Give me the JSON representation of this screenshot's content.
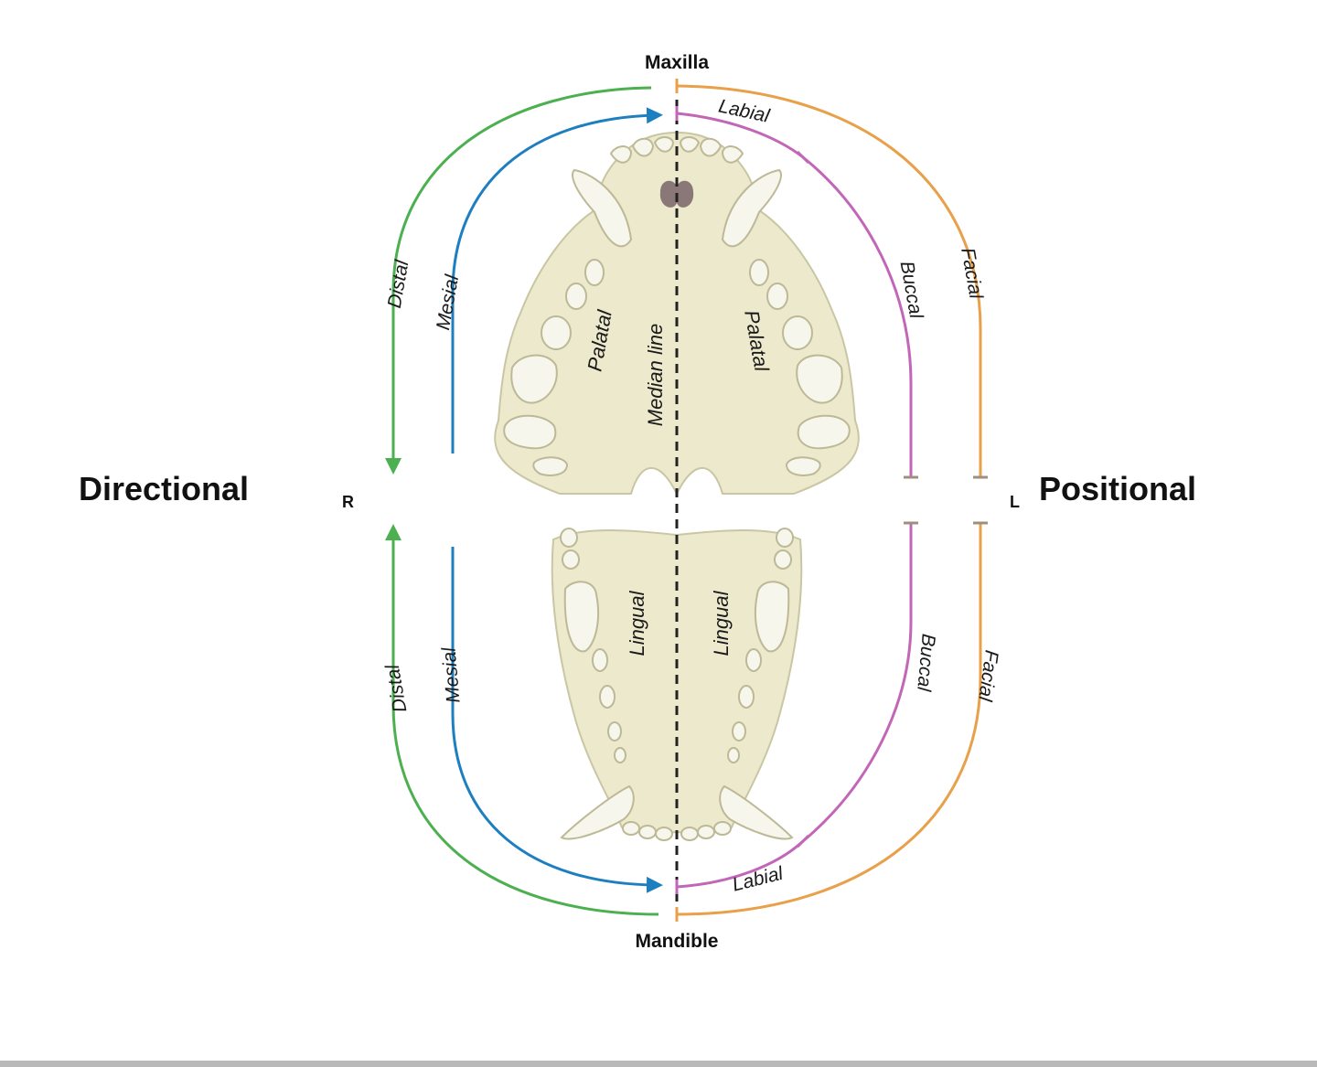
{
  "diagram": {
    "labels": {
      "maxilla": "Maxilla",
      "mandible": "Mandible",
      "directional": "Directional",
      "positional": "Positional",
      "right": "R",
      "left": "L",
      "median_line": "Median line",
      "palatal_right": "Palatal",
      "palatal_left": "Palatal",
      "lingual_right": "Lingual",
      "lingual_left": "Lingual",
      "distal_upper": "Distal",
      "distal_lower": "Distal",
      "mesial_upper": "Mesial",
      "mesial_lower": "Mesial",
      "labial_upper": "Labial",
      "labial_lower": "Labial",
      "buccal_upper": "Buccal",
      "buccal_lower": "Buccal",
      "facial_upper": "Facial",
      "facial_lower": "Facial"
    },
    "colors": {
      "distal": "#4caf50",
      "mesial": "#1e7fc0",
      "labial_buccal": "#c266b8",
      "facial": "#e8a04a",
      "bone": "#ece9cc",
      "bone_outline": "#c9c6a4",
      "incisive_foramen": "#8a7778"
    },
    "icons": {
      "skull": "dog-skull-ventral-view",
      "arrow": "arrowhead"
    }
  }
}
